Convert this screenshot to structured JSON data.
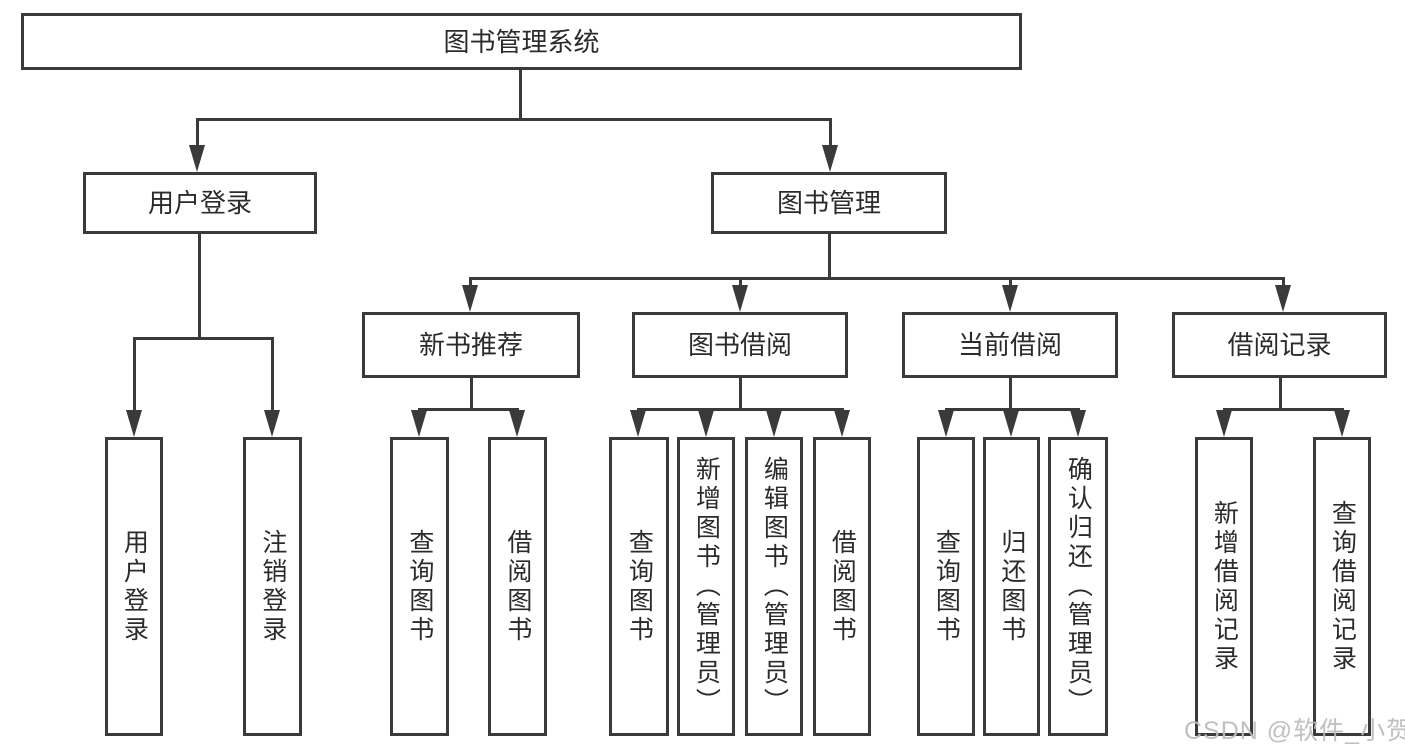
{
  "diagram": {
    "root": {
      "label": "图书管理系统"
    },
    "level2": [
      {
        "label": "用户登录"
      },
      {
        "label": "图书管理"
      }
    ],
    "level3": [
      {
        "label": "新书推荐"
      },
      {
        "label": "图书借阅"
      },
      {
        "label": "当前借阅"
      },
      {
        "label": "借阅记录"
      }
    ],
    "leaves": {
      "user": [
        "用户登录",
        "注销登录"
      ],
      "newbook": [
        "查询图书",
        "借阅图书"
      ],
      "borrow": [
        "查询图书",
        "新增图书（管理员）",
        "编辑图书（管理员）",
        "借阅图书"
      ],
      "current": [
        "查询图书",
        "归还图书",
        "确认归还（管理员）"
      ],
      "records": [
        "新增借阅记录",
        "查询借阅记录"
      ]
    },
    "watermark": "CSDN @软件_小贺同学",
    "colors": {
      "line": "#3a3a3a",
      "box_border": "#3a3a3a",
      "text": "#2b2b2b",
      "background": "#ffffff",
      "watermark": "#bdbdbd"
    }
  }
}
